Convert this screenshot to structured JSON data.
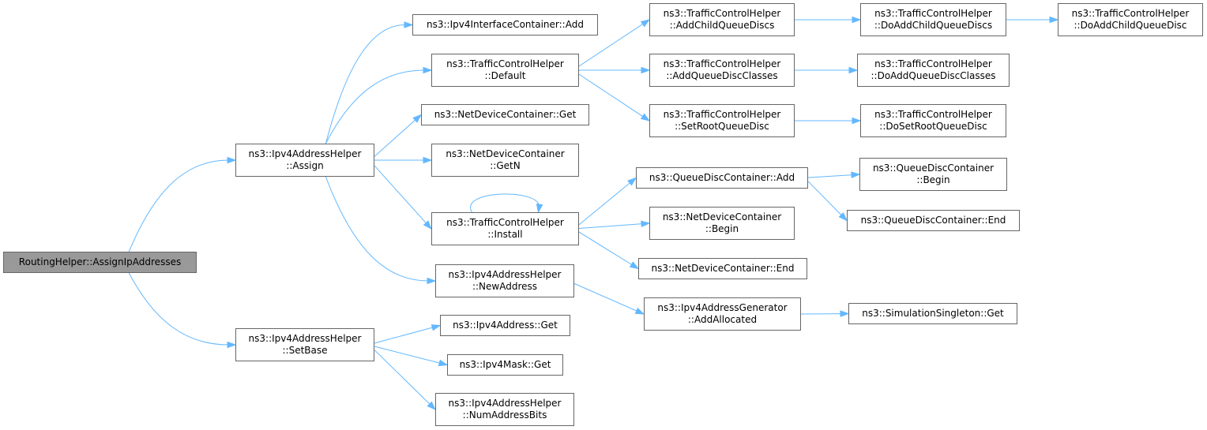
{
  "colors": {
    "edge": "#63b8ff",
    "node_border": "#666666",
    "root_fill": "#999999",
    "node_fill": "#ffffff"
  },
  "nodes": {
    "routing_assign": {
      "lines": [
        "RoutingHelper::AssignIpAddresses"
      ]
    },
    "ipv4ah_assign": {
      "lines": [
        "ns3::Ipv4AddressHelper",
        "::Assign"
      ]
    },
    "ipv4ah_setbase": {
      "lines": [
        "ns3::Ipv4AddressHelper",
        "::SetBase"
      ]
    },
    "ipv4ic_add": {
      "lines": [
        "ns3::Ipv4InterfaceContainer::Add"
      ]
    },
    "tch_default": {
      "lines": [
        "ns3::TrafficControlHelper",
        "::Default"
      ]
    },
    "ndc_get": {
      "lines": [
        "ns3::NetDeviceContainer::Get"
      ]
    },
    "ndc_getn": {
      "lines": [
        "ns3::NetDeviceContainer",
        "::GetN"
      ]
    },
    "tch_install": {
      "lines": [
        "ns3::TrafficControlHelper",
        "::Install"
      ]
    },
    "ipv4ah_newaddress": {
      "lines": [
        "ns3::Ipv4AddressHelper",
        "::NewAddress"
      ]
    },
    "ipv4addr_get": {
      "lines": [
        "ns3::Ipv4Address::Get"
      ]
    },
    "ipv4mask_get": {
      "lines": [
        "ns3::Ipv4Mask::Get"
      ]
    },
    "ipv4ah_numaddressbits": {
      "lines": [
        "ns3::Ipv4AddressHelper",
        "::NumAddressBits"
      ]
    },
    "tch_addchild": {
      "lines": [
        "ns3::TrafficControlHelper",
        "::AddChildQueueDiscs"
      ]
    },
    "tch_addclasses": {
      "lines": [
        "ns3::TrafficControlHelper",
        "::AddQueueDiscClasses"
      ]
    },
    "tch_setroot": {
      "lines": [
        "ns3::TrafficControlHelper",
        "::SetRootQueueDisc"
      ]
    },
    "qdc_add": {
      "lines": [
        "ns3::QueueDiscContainer::Add"
      ]
    },
    "ndc_begin": {
      "lines": [
        "ns3::NetDeviceContainer",
        "::Begin"
      ]
    },
    "ndc_end": {
      "lines": [
        "ns3::NetDeviceContainer::End"
      ]
    },
    "ipv4ag_addallocated": {
      "lines": [
        "ns3::Ipv4AddressGenerator",
        "::AddAllocated"
      ]
    },
    "tch_doaddchildqds": {
      "lines": [
        "ns3::TrafficControlHelper",
        "::DoAddChildQueueDiscs"
      ]
    },
    "tch_doaddclasses": {
      "lines": [
        "ns3::TrafficControlHelper",
        "::DoAddQueueDiscClasses"
      ]
    },
    "tch_dosetroot": {
      "lines": [
        "ns3::TrafficControlHelper",
        "::DoSetRootQueueDisc"
      ]
    },
    "qdc_begin": {
      "lines": [
        "ns3::QueueDiscContainer",
        "::Begin"
      ]
    },
    "qdc_end": {
      "lines": [
        "ns3::QueueDiscContainer::End"
      ]
    },
    "simsingleton_get": {
      "lines": [
        "ns3::SimulationSingleton::Get"
      ]
    },
    "tch_doaddchildqd": {
      "lines": [
        "ns3::TrafficControlHelper",
        "::DoAddChildQueueDisc"
      ]
    }
  },
  "edges": [
    [
      "routing_assign",
      "ipv4ah_assign"
    ],
    [
      "routing_assign",
      "ipv4ah_setbase"
    ],
    [
      "ipv4ah_assign",
      "ipv4ic_add"
    ],
    [
      "ipv4ah_assign",
      "tch_default"
    ],
    [
      "ipv4ah_assign",
      "ndc_get"
    ],
    [
      "ipv4ah_assign",
      "ndc_getn"
    ],
    [
      "ipv4ah_assign",
      "tch_install"
    ],
    [
      "ipv4ah_assign",
      "ipv4ah_newaddress"
    ],
    [
      "ipv4ah_setbase",
      "ipv4addr_get"
    ],
    [
      "ipv4ah_setbase",
      "ipv4mask_get"
    ],
    [
      "ipv4ah_setbase",
      "ipv4ah_numaddressbits"
    ],
    [
      "tch_default",
      "tch_addchild"
    ],
    [
      "tch_default",
      "tch_addclasses"
    ],
    [
      "tch_default",
      "tch_setroot"
    ],
    [
      "tch_install",
      "tch_install"
    ],
    [
      "tch_install",
      "qdc_add"
    ],
    [
      "tch_install",
      "ndc_begin"
    ],
    [
      "tch_install",
      "ndc_end"
    ],
    [
      "ipv4ah_newaddress",
      "ipv4ag_addallocated"
    ],
    [
      "tch_addchild",
      "tch_doaddchildqds"
    ],
    [
      "tch_addclasses",
      "tch_doaddclasses"
    ],
    [
      "tch_setroot",
      "tch_dosetroot"
    ],
    [
      "qdc_add",
      "qdc_begin"
    ],
    [
      "qdc_add",
      "qdc_end"
    ],
    [
      "ipv4ag_addallocated",
      "simsingleton_get"
    ],
    [
      "tch_doaddchildqds",
      "tch_doaddchildqd"
    ]
  ]
}
